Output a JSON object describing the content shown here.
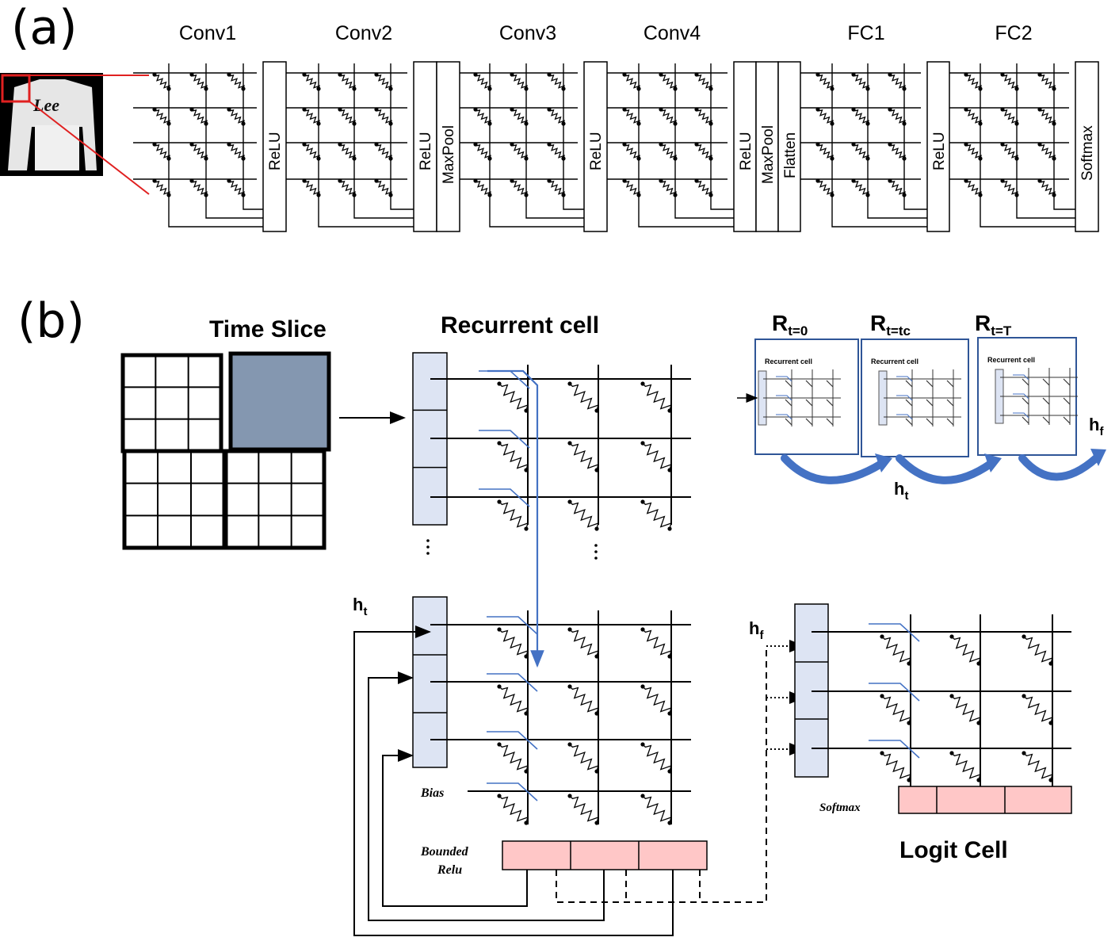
{
  "panel_a": {
    "tag": "(a)",
    "layers": [
      "Conv1",
      "Conv2",
      "Conv3",
      "Conv4",
      "FC1",
      "FC2"
    ],
    "ops": {
      "relu1": "ReLU",
      "relu2": "ReLU",
      "maxpool2": "MaxPool",
      "relu3": "ReLU",
      "relu4": "ReLU",
      "maxpool4": "MaxPool",
      "flatten4": "Flatten",
      "relu5": "ReLU",
      "softmax": "Softmax"
    },
    "input_image_text": "Lee"
  },
  "panel_b": {
    "tag": "(b)",
    "time_slice_title": "Time Slice",
    "recurrent_cell_title": "Recurrent cell",
    "h_t_label": "h",
    "h_t_sub": "t",
    "h_f_label": "h",
    "h_f_sub": "f",
    "bias_label": "Bias",
    "bounded_relu_line1": "Bounded",
    "bounded_relu_line2": "Relu",
    "softmax_label": "Softmax",
    "logit_cell_title": "Logit Cell",
    "unroll": {
      "r0": "R",
      "r0_sub": "t=0",
      "rtc": "R",
      "rtc_sub": "t=tc",
      "rT": "R",
      "rT_sub": "t=T",
      "mini_cell_title": "Recurrent cell",
      "ht": "h",
      "ht_sub": "t",
      "hf": "h",
      "hf_sub": "f"
    },
    "colors": {
      "input_block": "#dde4f3",
      "relu_block": "#ffc7c7",
      "arrow_blue": "#4472c4",
      "filled_cell": "#8497b0"
    }
  }
}
